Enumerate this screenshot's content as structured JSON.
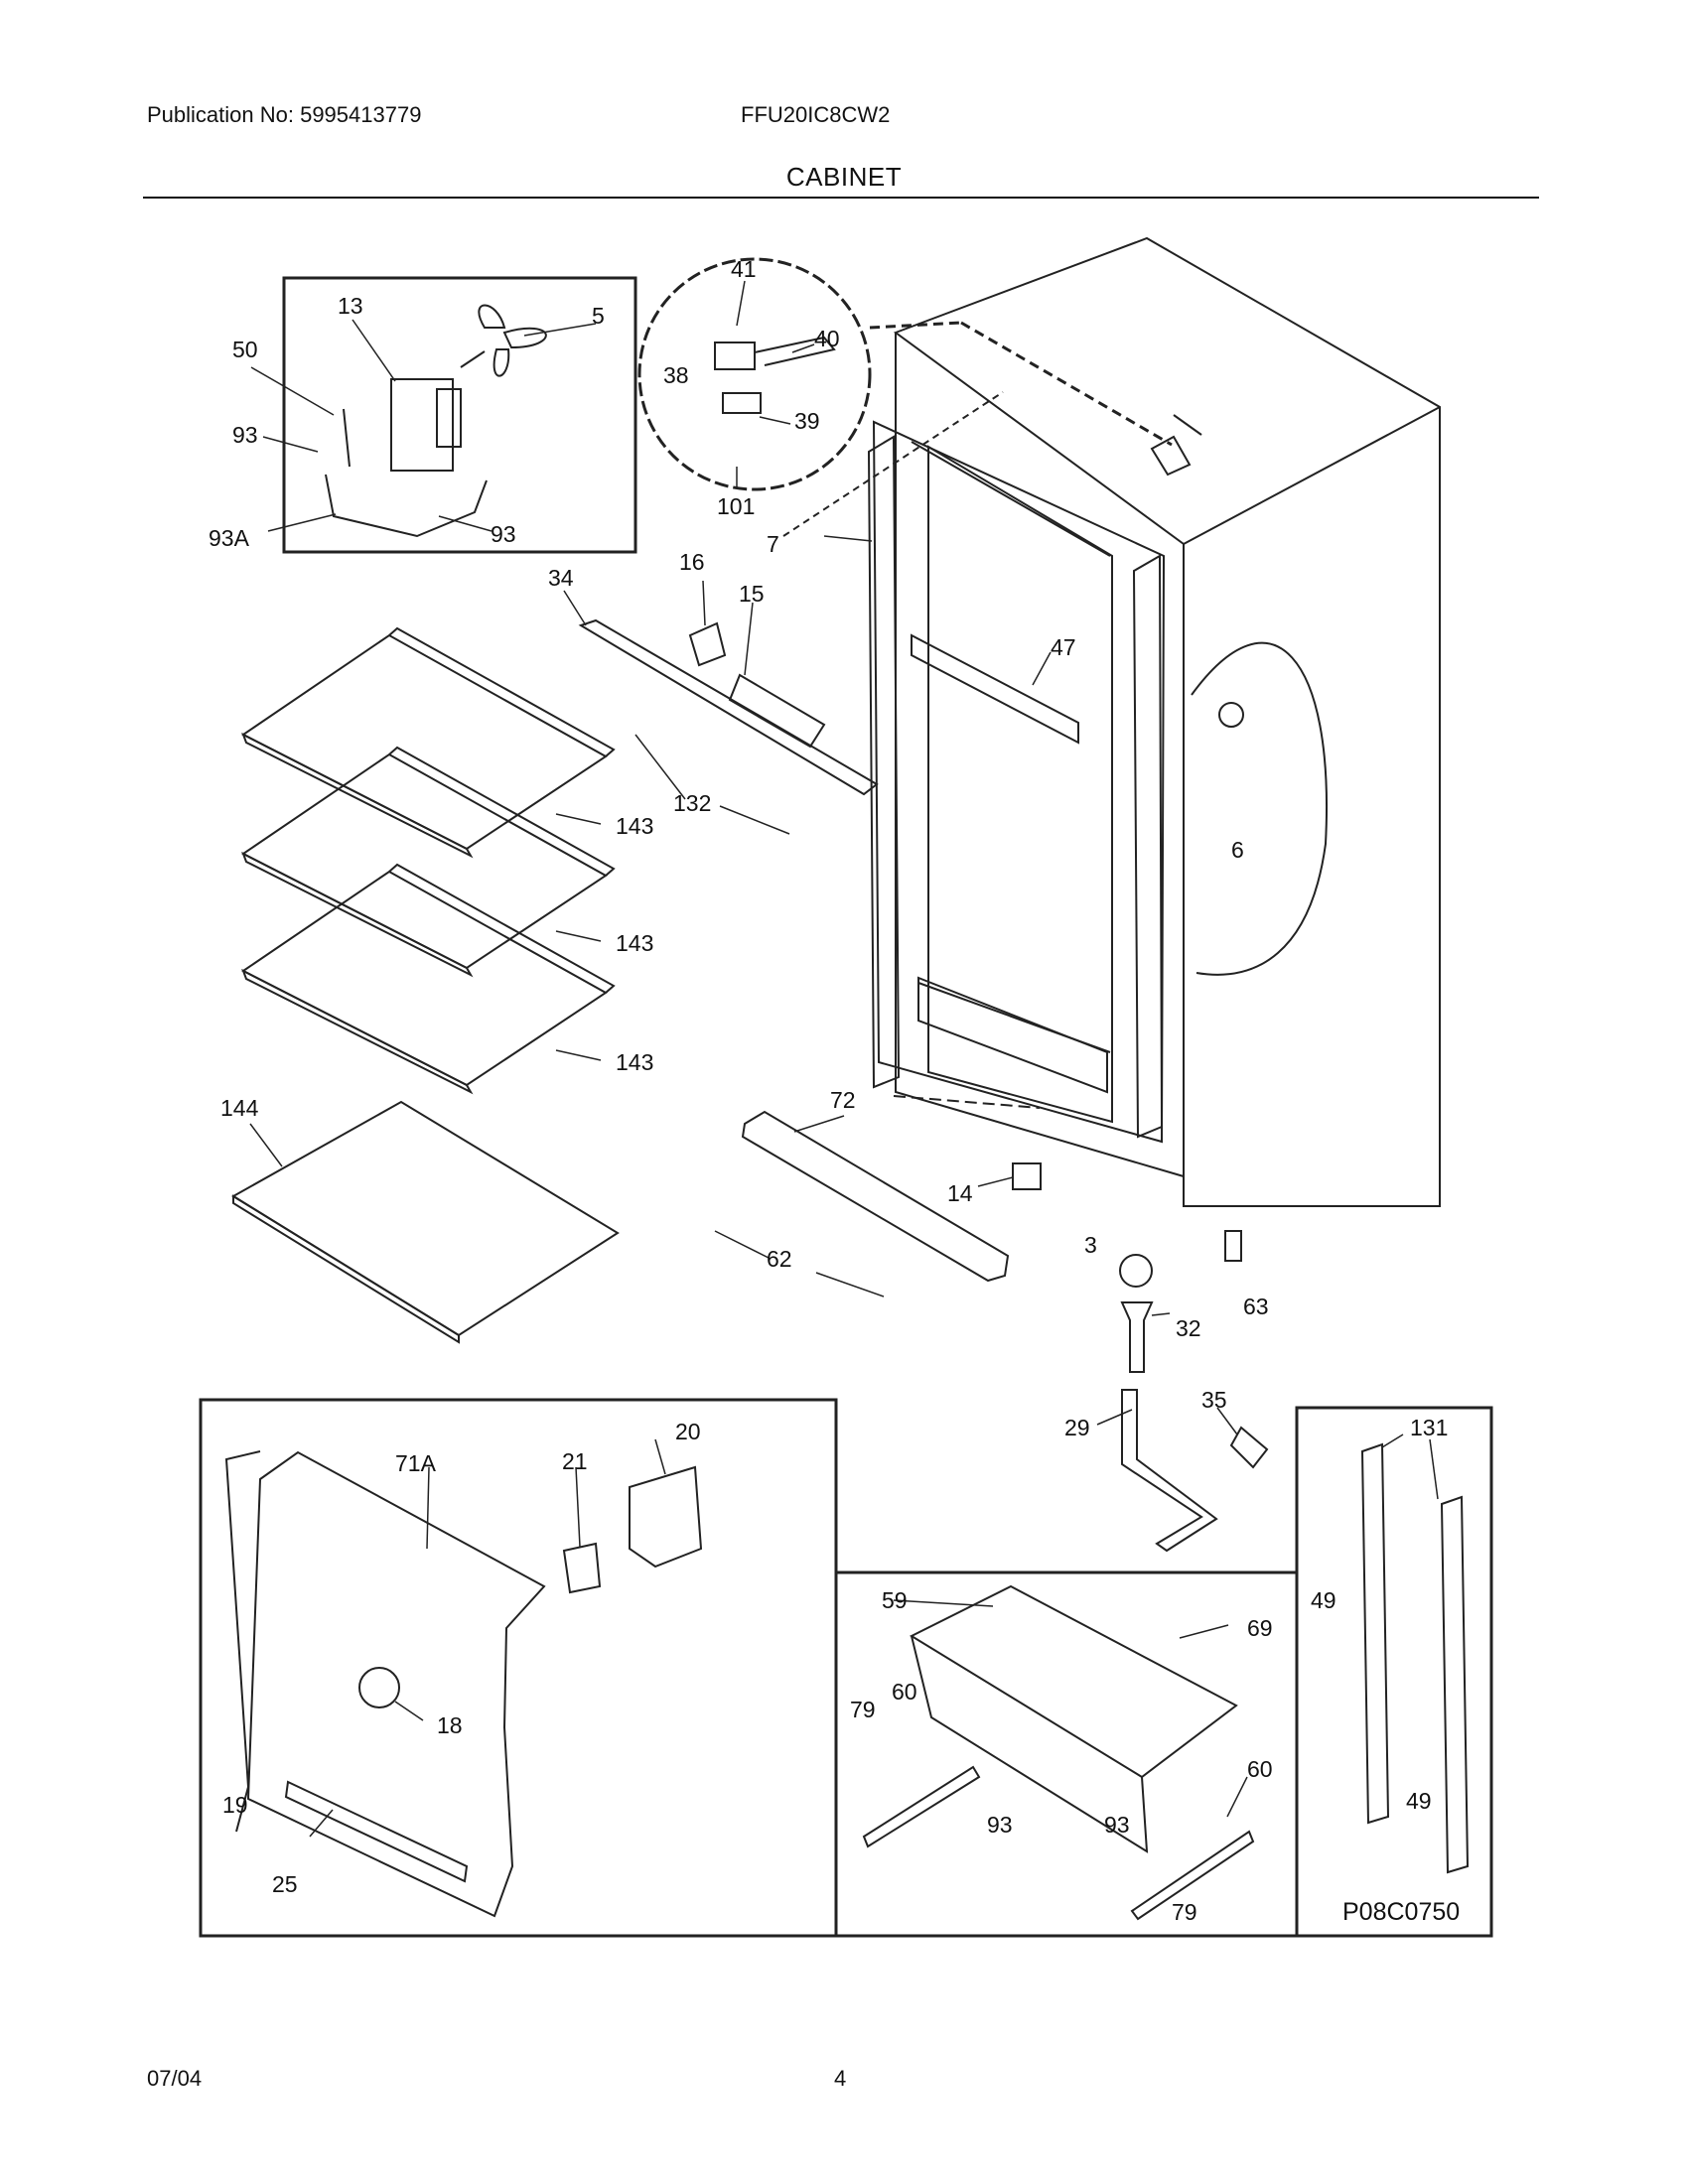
{
  "header": {
    "publication": "Publication No: 5995413779",
    "model": "FFU20IC8CW2",
    "title": "CABINET"
  },
  "footer": {
    "date": "07/04",
    "page": "4"
  },
  "figure_code": "P08C0750",
  "callouts": {
    "fan_box": [
      "13",
      "5",
      "50",
      "93",
      "93A",
      "93"
    ],
    "hinge_circle": [
      "41",
      "40",
      "38",
      "39",
      "101"
    ],
    "main": [
      "7",
      "34",
      "16",
      "15",
      "47",
      "132",
      "143",
      "143",
      "143",
      "144",
      "72",
      "14",
      "62",
      "3",
      "63",
      "32",
      "6",
      "29",
      "35"
    ],
    "lower_left_box": [
      "20",
      "71A",
      "21",
      "18",
      "19",
      "25"
    ],
    "basket_box": [
      "59",
      "69",
      "79",
      "60",
      "93",
      "93",
      "60",
      "79"
    ],
    "rail_box": [
      "131",
      "49",
      "49"
    ]
  }
}
